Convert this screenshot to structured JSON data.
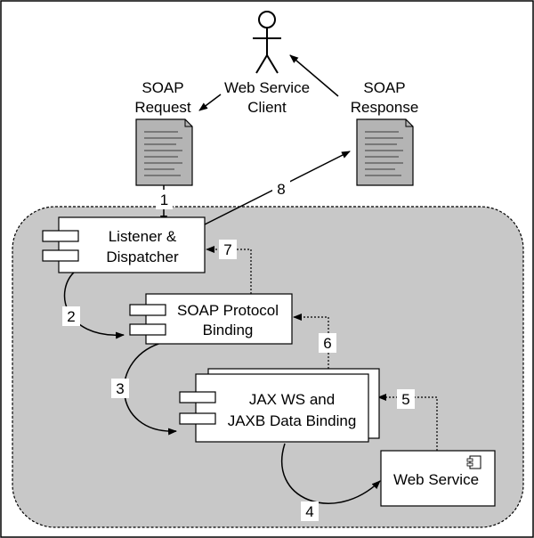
{
  "actors": {
    "client": {
      "line1": "Web Service",
      "line2": "Client"
    }
  },
  "documents": {
    "request": {
      "line1": "SOAP",
      "line2": "Request"
    },
    "response": {
      "line1": "SOAP",
      "line2": "Response"
    }
  },
  "components": {
    "listener": {
      "line1": "Listener &",
      "line2": "Dispatcher"
    },
    "soap_binding": {
      "line1": "SOAP Protocol",
      "line2": "Binding"
    },
    "jaxws": {
      "line1": "JAX WS and",
      "line2": "JAXB Data Binding"
    },
    "web_service": {
      "line1": "Web Service"
    }
  },
  "steps": [
    "1",
    "2",
    "3",
    "4",
    "5",
    "6",
    "7",
    "8"
  ],
  "colors": {
    "container_fill": "#c8c8c8",
    "document_fill": "#b4b4b4",
    "box_fill": "#ffffff",
    "stroke": "#000000"
  }
}
